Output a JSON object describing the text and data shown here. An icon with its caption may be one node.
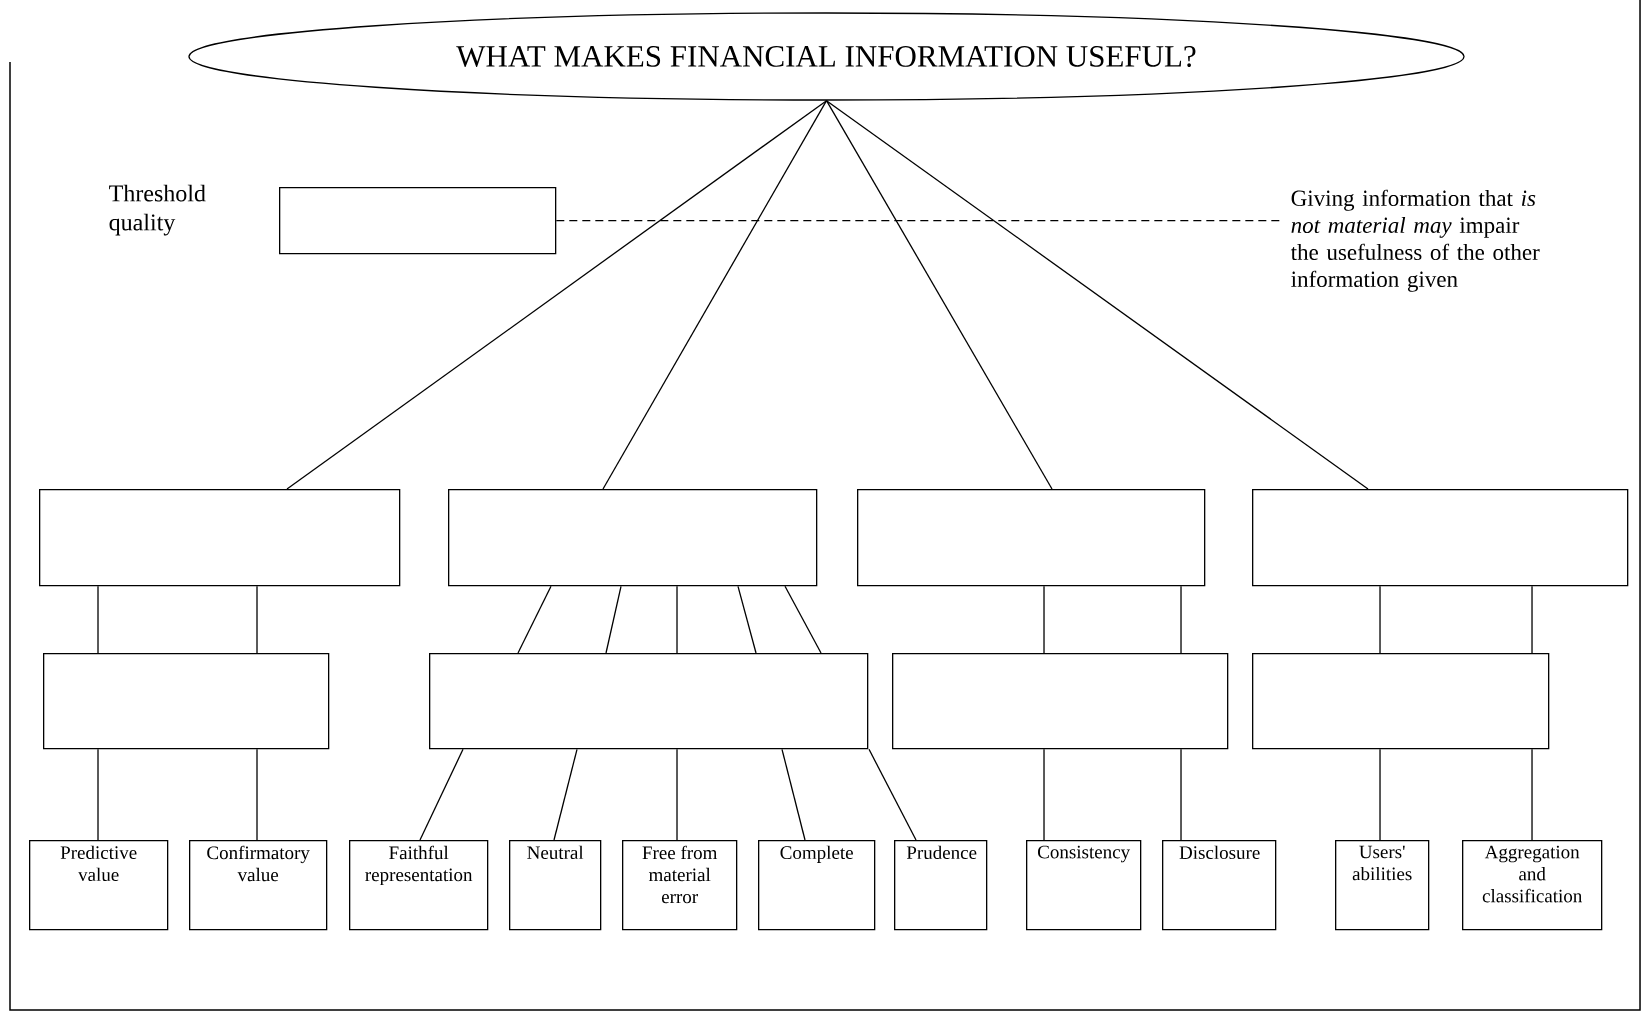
{
  "diagram": {
    "nodes": [
      {
        "text": [
          "WHAT MAKES FINANCIAL INFORMATION USEFUL?"
        ]
      },
      {
        "text": [],
        "shape": "box"
      },
      {
        "text": [
          "Giving information that *is not material may* impair the usefulness of the other information given"
        ]
      },
      {
        "text": [],
        "shape": "box"
      },
      {
        "text": [],
        "shape": "box"
      },
      {
        "text": [],
        "shape": "box"
      },
      {
        "text": [],
        "shape": "box"
      },
      {
        "text": [],
        "shape": "box"
      },
      {
        "text": [],
        "shape": "box"
      },
      {
        "text": [],
        "shape": "box"
      },
      {
        "text": [],
        "shape": "box"
      },
      {
        "text": [
          "Predictive value"
        ]
      },
      {
        "text": [
          "Confirmatory value"
        ]
      },
      {
        "text": [
          "Faithful representation"
        ]
      },
      {
        "text": [
          "Neutral"
        ]
      },
      {
        "text": [
          "Free from material error"
        ]
      },
      {
        "text": [
          "Complete"
        ]
      },
      {
        "text": [
          "Prudence"
        ]
      },
      {
        "text": [
          "Consistency"
        ]
      },
      {
        "text": [
          "Disclosure"
        ]
      },
      {
        "text": [
          "Users' abilities"
        ]
      },
      {
        "text": [
          "Aggregation and classification"
        ]
      }
    ],
    "edges": [
      {
        "from": 1,
        "to": 2,
        "arrow": "none",
        "style": "dashed"
      },
      {
        "from": 0,
        "to": 3,
        "arrow": "none"
      },
      {
        "from": 0,
        "to": 4,
        "arrow": "none"
      },
      {
        "from": 0,
        "to": 5,
        "arrow": "none"
      },
      {
        "from": 0,
        "to": 6,
        "arrow": "none"
      },
      {
        "from": 3,
        "to": 7,
        "arrow": "none"
      },
      {
        "from": 3,
        "to": 7,
        "arrow": "none"
      },
      {
        "from": 4,
        "to": 8,
        "arrow": "none"
      },
      {
        "from": 4,
        "to": 8,
        "arrow": "none"
      },
      {
        "from": 4,
        "to": 8,
        "arrow": "none"
      },
      {
        "from": 4,
        "to": 8,
        "arrow": "none"
      },
      {
        "from": 4,
        "to": 8,
        "arrow": "none"
      },
      {
        "from": 5,
        "to": 9,
        "arrow": "none"
      },
      {
        "from": 5,
        "to": 9,
        "arrow": "none"
      },
      {
        "from": 6,
        "to": 10,
        "arrow": "none"
      },
      {
        "from": 6,
        "to": 10,
        "arrow": "none"
      },
      {
        "from": 7,
        "to": 11,
        "arrow": "none"
      },
      {
        "from": 7,
        "to": 12,
        "arrow": "none"
      },
      {
        "from": 8,
        "to": 13,
        "arrow": "none"
      },
      {
        "from": 8,
        "to": 14,
        "arrow": "none"
      },
      {
        "from": 8,
        "to": 15,
        "arrow": "none"
      },
      {
        "from": 8,
        "to": 16,
        "arrow": "none"
      },
      {
        "from": 8,
        "to": 17,
        "arrow": "none"
      },
      {
        "from": 9,
        "to": 18,
        "arrow": "none"
      },
      {
        "from": 9,
        "to": 19,
        "arrow": "none"
      },
      {
        "from": 10,
        "to": 20,
        "arrow": "none"
      },
      {
        "from": 10,
        "to": 21,
        "arrow": "none"
      }
    ],
    "labels": [
      "Threshold quality"
    ]
  }
}
